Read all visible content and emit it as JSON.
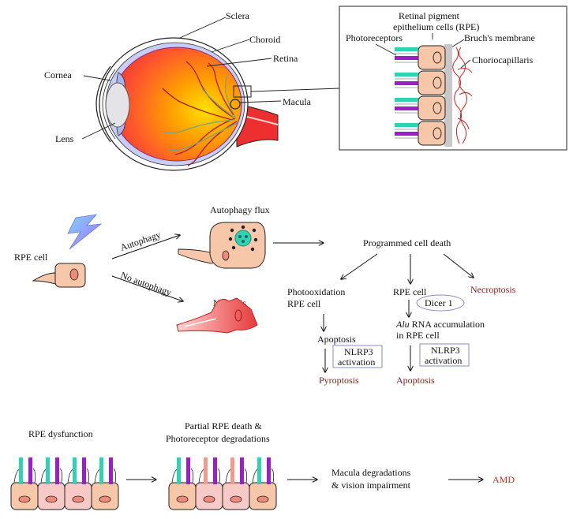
{
  "eye": {
    "sclera": "Sclera",
    "choroid": "Choroid",
    "retina": "Retina",
    "macula": "Macula",
    "cornea": "Cornea",
    "lens": "Lens"
  },
  "inset": {
    "rpe_line1": "Retinal pigment",
    "rpe_line2": "epithelium cells (RPE)",
    "photoreceptors": "Photoreceptors",
    "bruchs": "Bruch's membrane",
    "choriocapillaris": "Choriocapillaris"
  },
  "pathway": {
    "rpe_cell": "RPE cell",
    "autophagy_flux": "Autophagy flux",
    "autophagy": "Autophagy",
    "no_autophagy": "No autophagy",
    "necrosis": "Necrosis",
    "programmed_cell_death": "Programmed cell death",
    "photooxidation_line1": "Photooxidation",
    "photooxidation_line2": "RPE cell",
    "rpe_cell_2": "RPE cell",
    "necroptosis": "Necroptosis",
    "dicer": "Dicer 1",
    "alu_italic": "Alu",
    "alu_rest": " RNA accumulation",
    "alu_line2": "in RPE cell",
    "apoptosis_left": "Apoptosis",
    "nlrp3_left_1": "NLRP3",
    "nlrp3_left_2": "activation",
    "nlrp3_right_1": "NLRP3",
    "nlrp3_right_2": "activation",
    "pyroptosis": "Pyroptosis",
    "apoptosis_right": "Apoptosis"
  },
  "progression": {
    "rpe_dysfunction": "RPE dysfunction",
    "partial_line1": "Partial RPE death &",
    "partial_line2": "Photoreceptor degradations",
    "macula_line1": "Macula degradations",
    "macula_line2": "& vision impairment",
    "amd": "AMD"
  },
  "colors": {
    "rpe_fill": "#f6c7a8",
    "dying_rpe_fill": "#f7c9c7",
    "nucleus": "#ef8a7a",
    "rod": "#2fd3b4",
    "cone": "#9b1fc4",
    "degraded_rod": "#f29a8c",
    "necrosis": "#e84040",
    "capillary": "#d62020",
    "dark_red_text": "#8a1a1a",
    "amd_text": "#d6281f"
  }
}
